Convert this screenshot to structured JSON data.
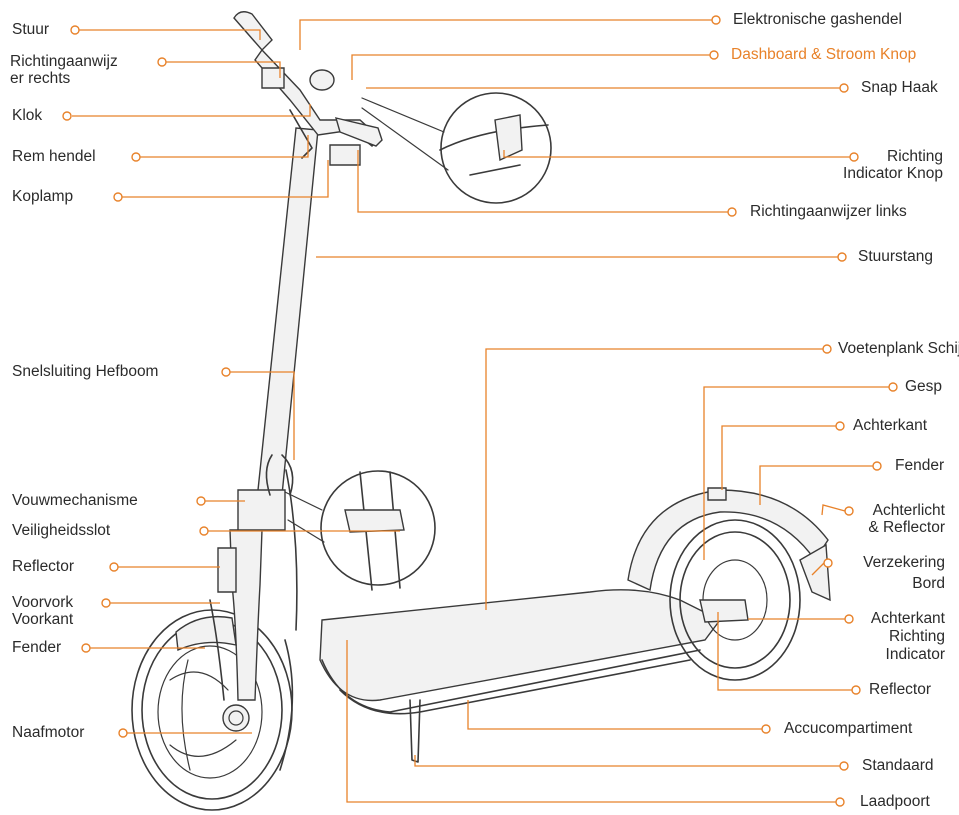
{
  "colors": {
    "accent": "#e8822a",
    "line": "#3a3a3a",
    "text": "#2b2b2b"
  },
  "labels": {
    "stuur": "Stuur",
    "richting_rechts_1": "Richtingaanwijz",
    "richting_rechts_2": "er rechts",
    "klok": "Klok",
    "rem_hendel": "Rem hendel",
    "koplamp": "Koplamp",
    "snelsluiting": "Snelsluiting Hefboom",
    "vouwmechanisme": "Vouwmechanisme",
    "veiligheidsslot": "Veiligheidsslot",
    "reflector_front": "Reflector",
    "voorvork_1": "Voorvork",
    "voorvork_2": "Voorkant",
    "fender_front": "Fender",
    "naafmotor": "Naafmotor",
    "gashendel": "Elektronische gashendel",
    "dashboard": "Dashboard & Stroom Knop",
    "snap_haak": "Snap Haak",
    "indicator_knop_1": "Richting",
    "indicator_knop_2": "Indicator Knop",
    "richting_links": "Richtingaanwijzer links",
    "stuurstang": "Stuurstang",
    "voetenplank": "Voetenplank  Schijf",
    "gesp": "Gesp",
    "achterkant": "Achterkant",
    "fender_rear": "Fender",
    "achterlicht_1": "Achterlicht",
    "achterlicht_2": "& Reflector",
    "verzekering_1": "Verzekering",
    "verzekering_2": "Bord",
    "achter_indicator_1": "Achterkant",
    "achter_indicator_2": "Richting",
    "achter_indicator_3": "Indicator",
    "reflector_rear": "Reflector",
    "accu": "Accucompartiment",
    "standaard": "Standaard",
    "laadpoort": "Laadpoort"
  }
}
